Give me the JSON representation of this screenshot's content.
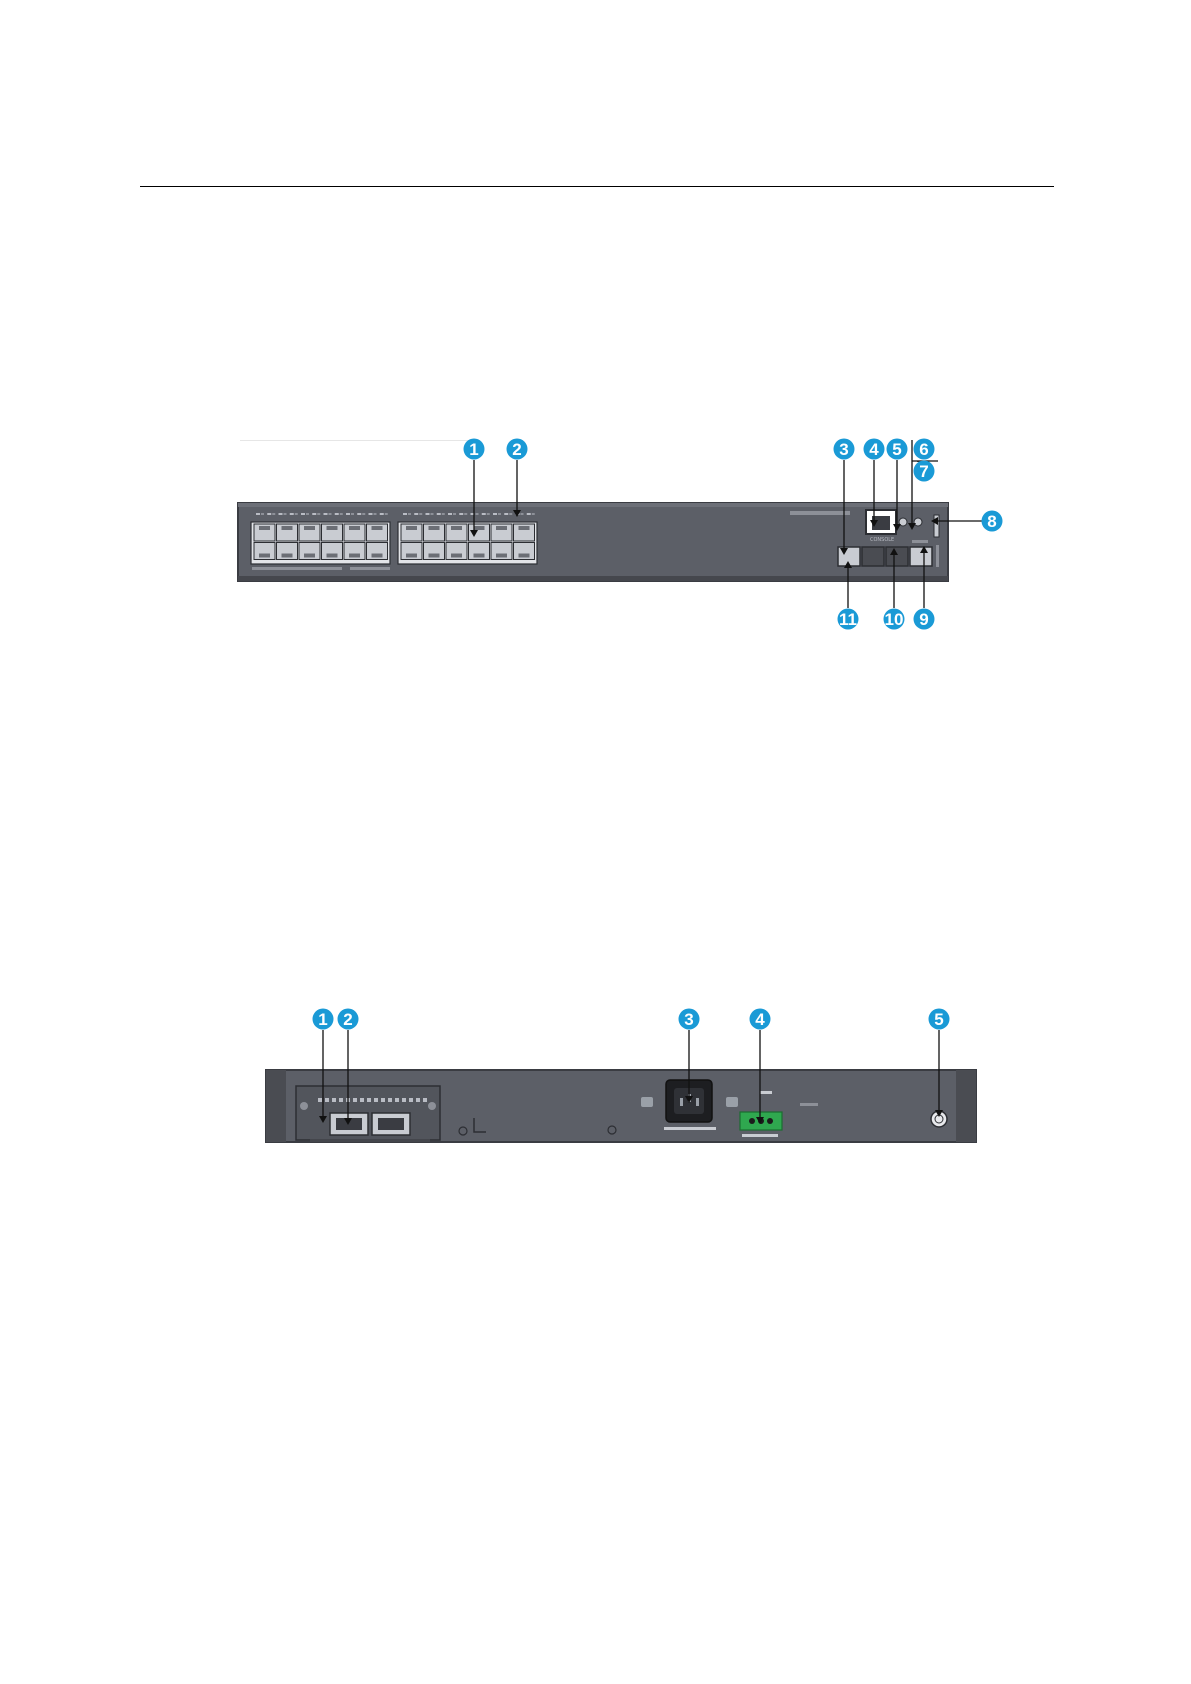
{
  "figures": {
    "front_panel": {
      "callouts": [
        "1",
        "2",
        "3",
        "4",
        "5",
        "6",
        "7",
        "8",
        "9",
        "10",
        "11"
      ],
      "port_count": 24,
      "console_label": "CONSOLE"
    },
    "rear_panel": {
      "callouts": [
        "1",
        "2",
        "3",
        "4",
        "5"
      ]
    }
  },
  "colors": {
    "callout": "#1a9ad6",
    "chassis": "#5c5f67",
    "chassis_dark": "#3f4148",
    "port_body": "#c9ccd2",
    "terminal_block": "#2fa84f"
  }
}
